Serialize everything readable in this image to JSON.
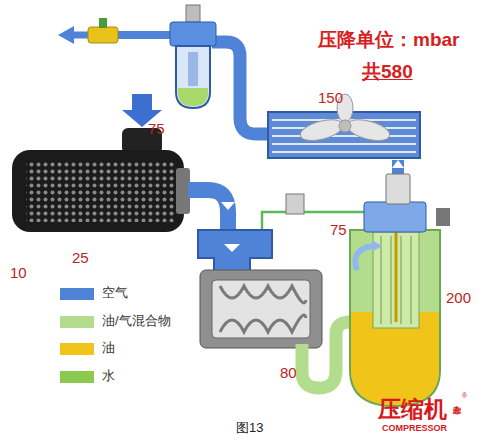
{
  "diagram": {
    "title": "压降单位：mbar",
    "caption": "图13",
    "labels": [
      "75",
      "150",
      "10",
      "25",
      "75",
      "200",
      "80",
      "共580",
      "压缩机",
      "杂志",
      "COMPRESSOR",
      "®"
    ],
    "legend": [
      {
        "text": "空气",
        "color": "#4f83d8"
      },
      {
        "text": "油/气混合物",
        "color": "#b3dd8c"
      },
      {
        "text": "油",
        "color": "#f0c419"
      },
      {
        "text": "水",
        "color": "#8cc94f"
      }
    ]
  }
}
